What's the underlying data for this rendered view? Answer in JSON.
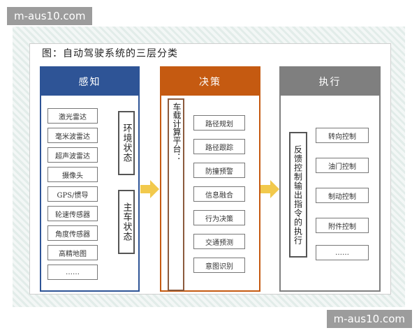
{
  "watermark": "m-aus10.com",
  "title": "图：自动驾驶系统的三层分类",
  "perception": {
    "header": "感知",
    "items": [
      "激光雷达",
      "毫米波雷达",
      "超声波雷达",
      "摄像头",
      "GPS/惯导",
      "轮速传感器",
      "角度传感器",
      "高精地图",
      "……"
    ],
    "group1": "环境状态",
    "group2": "主车状态"
  },
  "decision": {
    "header": "决策",
    "platform": "车载计算平台：",
    "items": [
      "路径规划",
      "路径跟踪",
      "防撞预警",
      "信息融合",
      "行为决策",
      "交通预测",
      "意图识别"
    ]
  },
  "execution": {
    "header": "执行",
    "label": "反馈控制输出指令的执行",
    "items": [
      "转向控制",
      "油门控制",
      "制动控制",
      "附件控制",
      "……"
    ]
  }
}
